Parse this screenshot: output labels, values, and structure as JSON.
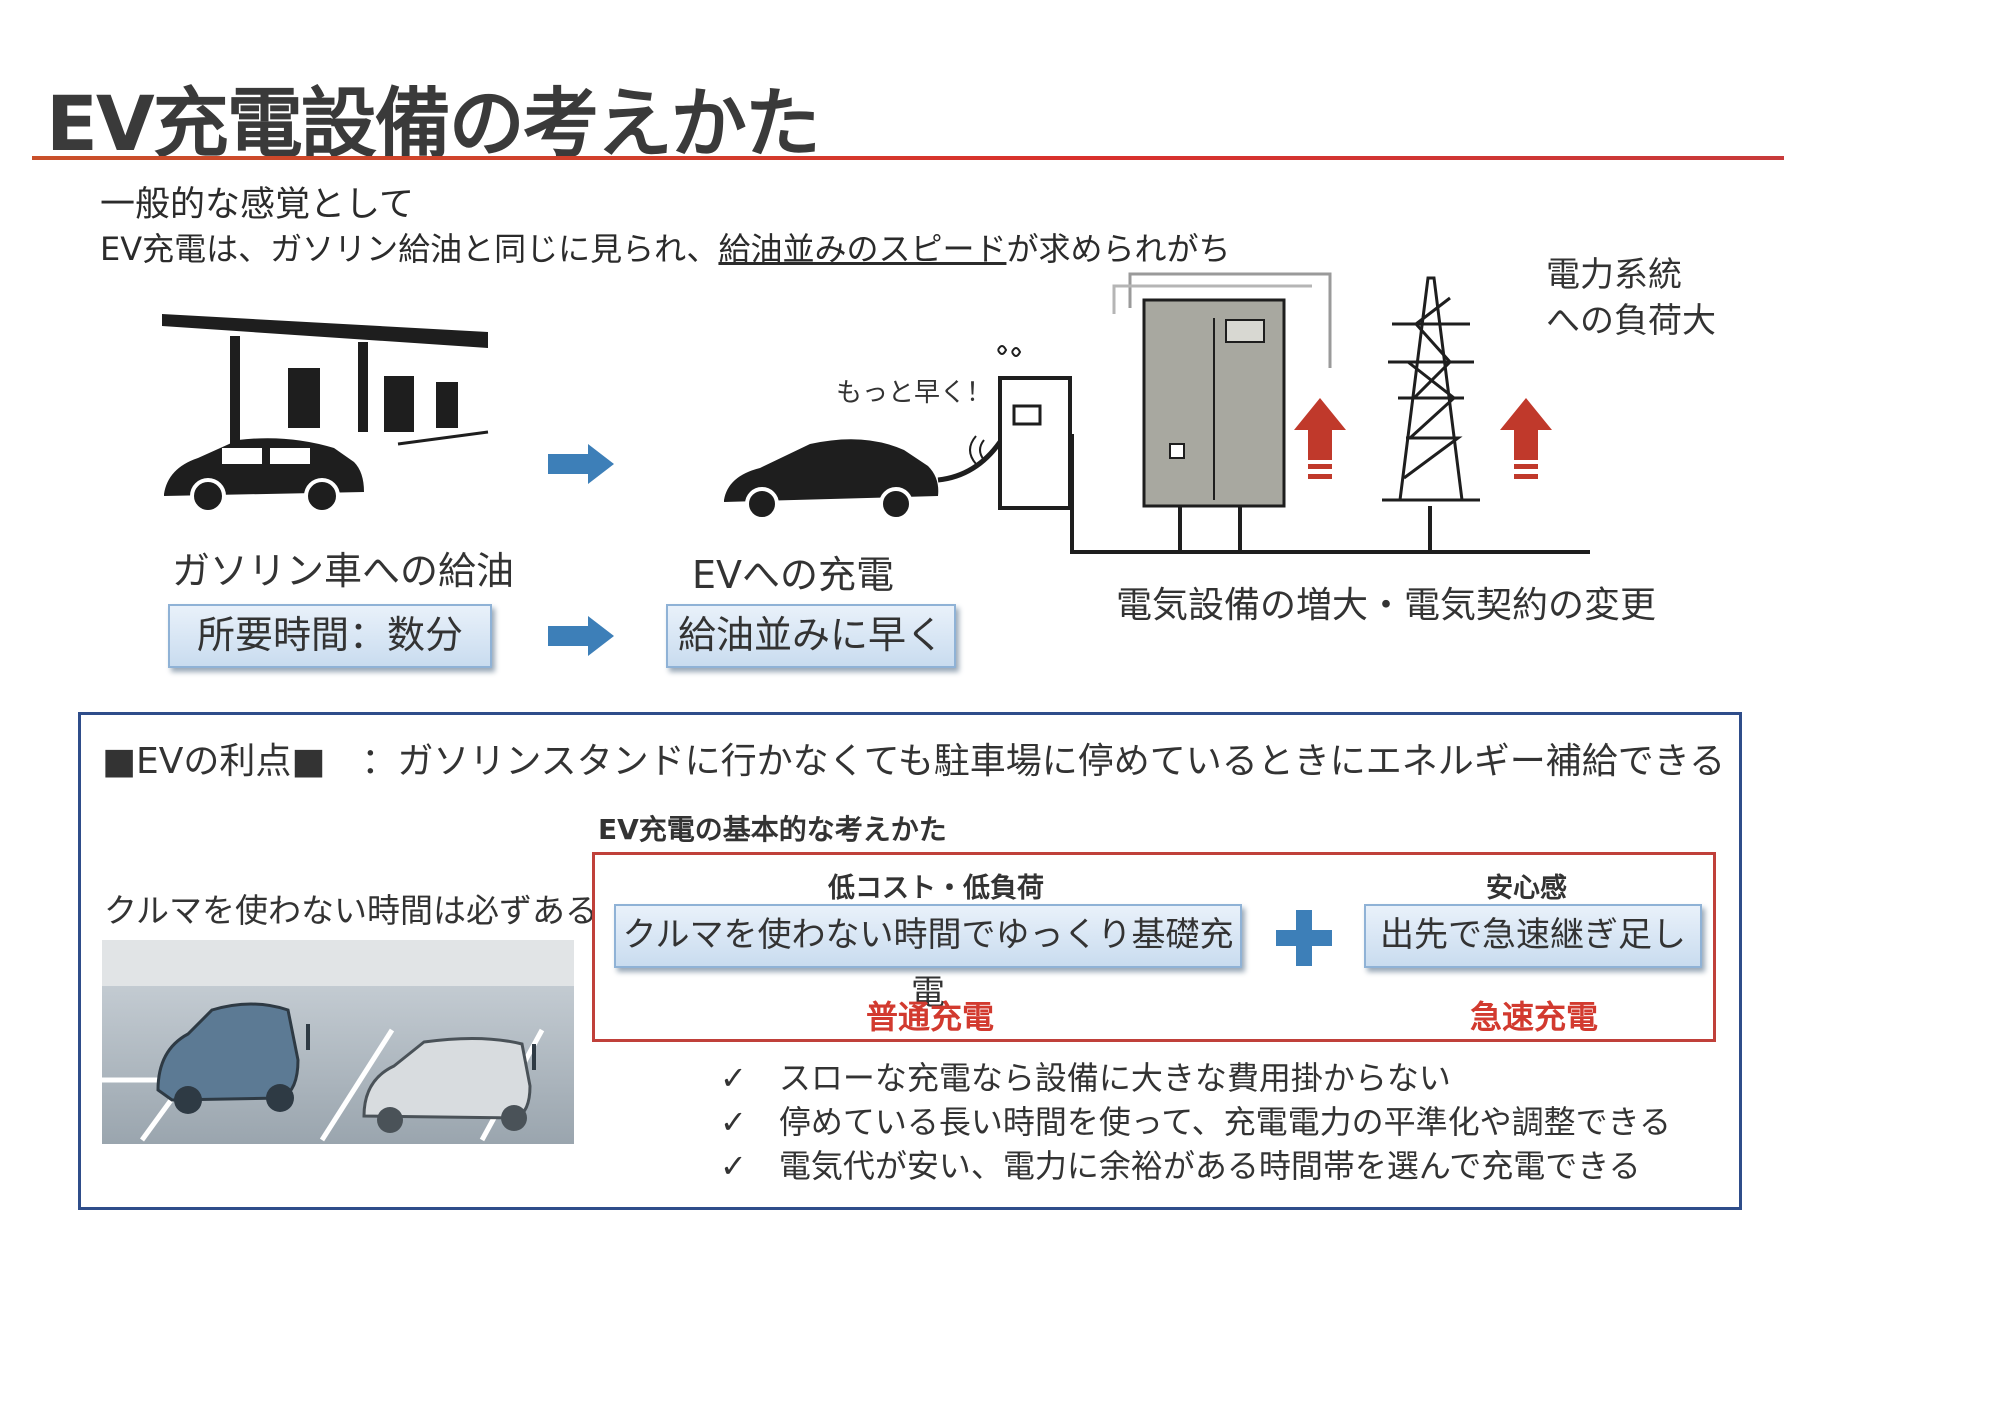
{
  "title": "EV充電設備の考えかた",
  "intro": {
    "line1": "一般的な感覚として",
    "line2_before": "EV充電は、ガソリン給油と同じに見られ、",
    "line2_underlined": "給油並みのスピード",
    "line2_after": "が求められがち"
  },
  "top_flow": {
    "gasoline_label": "ガソリン車への給油",
    "gasoline_box": "所要時間：数分",
    "ev_label": "EVへの充電",
    "ev_box": "給油並みに早く",
    "speech": "もっと早く！",
    "grid_load": [
      "電力系統",
      "への負荷大"
    ],
    "equipment_caption": "電気設備の増大・電気契約の変更"
  },
  "panel": {
    "header": "■EVの利点■　：ガソリンスタンドに行かなくても駐車場に停めているときにエネルギー補給できる",
    "parking_note": "クルマを使わない時間は必ずある",
    "concept_title": "EV充電の基本的な考えかた",
    "left_head": "低コスト・低負荷",
    "left_box": "クルマを使わない時間でゆっくり基礎充電",
    "left_type": "普通充電",
    "right_head": "安心感",
    "right_box": "出先で急速継ぎ足し",
    "right_type": "急速充電",
    "checks": [
      "スローな充電なら設備に大きな費用掛からない",
      "停めている長い時間を使って、充電電力の平準化や調整できる",
      "電気代が安い、電力に余裕がある時間帯を選んで充電できる"
    ],
    "check_mark": "✓"
  },
  "colors": {
    "accent_red": "#d23a2f",
    "panel_border": "#2f4d8a",
    "arrow_blue": "#3d7fb8",
    "arrow_red": "#c0392b"
  }
}
